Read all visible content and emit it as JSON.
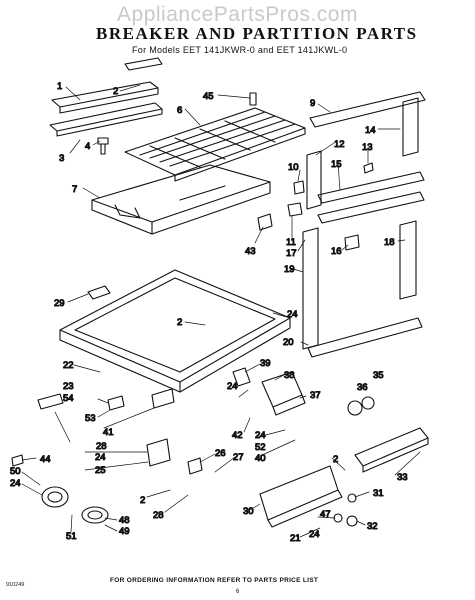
{
  "watermark": "AppliancePartsPros.com",
  "title": "BREAKER AND PARTITION PARTS",
  "subtitle": "For Models EET 141JKWR-0 and EET 141JKWL-0",
  "footer": "FOR ORDERING INFORMATION REFER TO PARTS PRICE LIST",
  "page_number": "6",
  "doc_code": "910249",
  "callouts": [
    {
      "id": "c1",
      "text": "1"
    },
    {
      "id": "c2",
      "text": "2"
    },
    {
      "id": "c3",
      "text": "3"
    },
    {
      "id": "c4",
      "text": "4"
    },
    {
      "id": "c6",
      "text": "6"
    },
    {
      "id": "c45",
      "text": "45"
    },
    {
      "id": "c7",
      "text": "7"
    },
    {
      "id": "c9",
      "text": "9"
    },
    {
      "id": "c14",
      "text": "14"
    },
    {
      "id": "c12",
      "text": "12"
    },
    {
      "id": "c10",
      "text": "10"
    },
    {
      "id": "c13",
      "text": "13"
    },
    {
      "id": "c15",
      "text": "15"
    },
    {
      "id": "c11",
      "text": "11"
    },
    {
      "id": "c17",
      "text": "17"
    },
    {
      "id": "c16",
      "text": "16"
    },
    {
      "id": "c18",
      "text": "18"
    },
    {
      "id": "c19",
      "text": "19"
    },
    {
      "id": "c43",
      "text": "43"
    },
    {
      "id": "c29",
      "text": "29"
    },
    {
      "id": "c2b",
      "text": "2"
    },
    {
      "id": "c24a",
      "text": "24"
    },
    {
      "id": "c20",
      "text": "20"
    },
    {
      "id": "c22",
      "text": "22"
    },
    {
      "id": "c23",
      "text": "23"
    },
    {
      "id": "c54",
      "text": "54"
    },
    {
      "id": "c53",
      "text": "53"
    },
    {
      "id": "c39",
      "text": "39"
    },
    {
      "id": "c38",
      "text": "38"
    },
    {
      "id": "c35",
      "text": "35"
    },
    {
      "id": "c36",
      "text": "36"
    },
    {
      "id": "c37",
      "text": "37"
    },
    {
      "id": "c24b",
      "text": "24"
    },
    {
      "id": "c42",
      "text": "42"
    },
    {
      "id": "c28a",
      "text": "28"
    },
    {
      "id": "c41",
      "text": "41"
    },
    {
      "id": "c44",
      "text": "44"
    },
    {
      "id": "c24c",
      "text": "24"
    },
    {
      "id": "c52",
      "text": "52"
    },
    {
      "id": "c40",
      "text": "40"
    },
    {
      "id": "c24d",
      "text": "24"
    },
    {
      "id": "c25",
      "text": "25"
    },
    {
      "id": "c26",
      "text": "26"
    },
    {
      "id": "c27",
      "text": "27"
    },
    {
      "id": "c2c",
      "text": "2"
    },
    {
      "id": "c33",
      "text": "33"
    },
    {
      "id": "c50",
      "text": "50"
    },
    {
      "id": "c24e",
      "text": "24"
    },
    {
      "id": "c2d",
      "text": "2"
    },
    {
      "id": "c28b",
      "text": "28"
    },
    {
      "id": "c31",
      "text": "31"
    },
    {
      "id": "c30",
      "text": "30"
    },
    {
      "id": "c47",
      "text": "47"
    },
    {
      "id": "c32",
      "text": "32"
    },
    {
      "id": "c51",
      "text": "51"
    },
    {
      "id": "c48",
      "text": "48"
    },
    {
      "id": "c49",
      "text": "49"
    },
    {
      "id": "c21",
      "text": "21"
    },
    {
      "id": "c24f",
      "text": "24"
    }
  ]
}
